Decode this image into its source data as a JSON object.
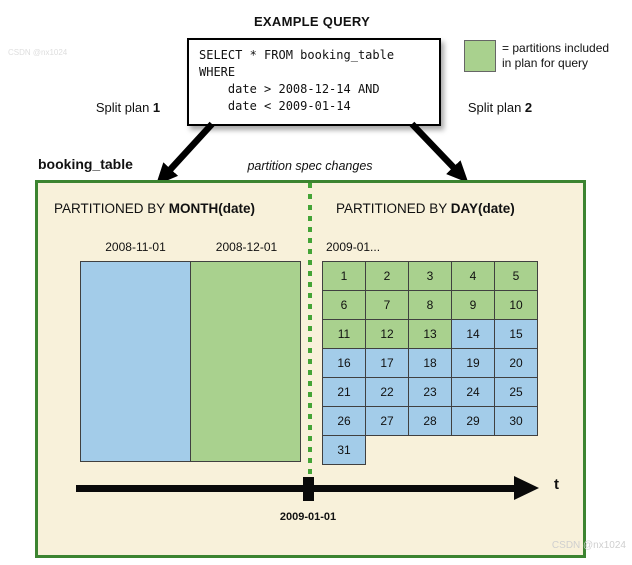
{
  "colors": {
    "included_green": "#A9D18E",
    "excluded_blue": "#A3CCE9",
    "panel_bg": "#F8F1DA",
    "panel_border": "#3C8430",
    "dotted_line": "#44A437"
  },
  "header": {
    "title": "EXAMPLE QUERY",
    "query_sql": "SELECT * FROM booking_table\nWHERE\n    date > 2008-12-14 AND\n    date < 2009-01-14",
    "legend_label": "= partitions included\nin plan for query",
    "split_plan_left": {
      "prefix": "Split plan ",
      "number": "1"
    },
    "split_plan_right": {
      "prefix": "Split plan ",
      "number": "2"
    }
  },
  "diagram": {
    "table_label": "booking_table",
    "spec_change_label": "partition spec changes",
    "left_panel": {
      "title_prefix": "PARTITIONED BY ",
      "title_emph": "MONTH(date)",
      "columns": [
        {
          "label": "2008-11-01",
          "included": false
        },
        {
          "label": "2008-12-01",
          "included": true
        }
      ]
    },
    "right_panel": {
      "title_prefix": "PARTITIONED BY ",
      "title_emph": "DAY(date)",
      "month_label": "2009-01...",
      "day_numbers": [
        1,
        2,
        3,
        4,
        5,
        6,
        7,
        8,
        9,
        10,
        11,
        12,
        13,
        14,
        15,
        16,
        17,
        18,
        19,
        20,
        21,
        22,
        23,
        24,
        25,
        26,
        27,
        28,
        29,
        30,
        31
      ],
      "included_days": [
        1,
        2,
        3,
        4,
        5,
        6,
        7,
        8,
        9,
        10,
        11,
        12,
        13
      ]
    },
    "timeline": {
      "axis_label": "t",
      "tick_label": "2009-01-01"
    }
  },
  "watermark": {
    "main": "CSDN @nx1024",
    "faint": "CSDN @nx1024"
  }
}
